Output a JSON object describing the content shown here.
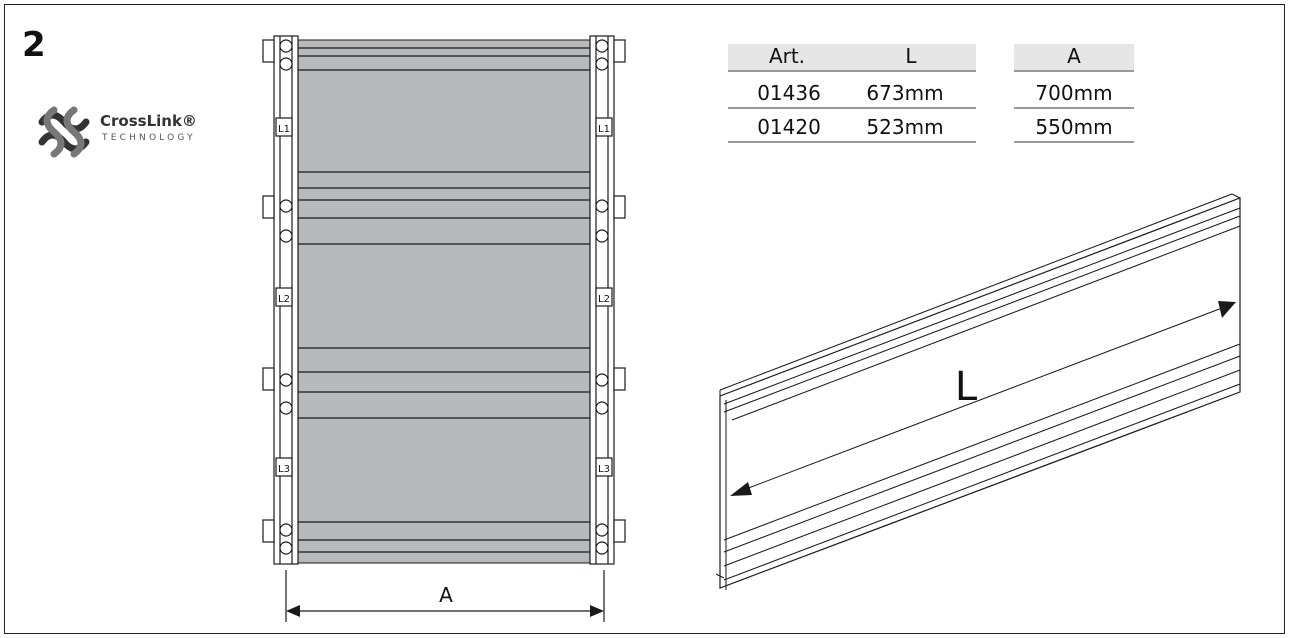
{
  "figure_number": "2",
  "logo": {
    "name": "CrossLink®",
    "subtitle": "TECHNOLOGY"
  },
  "table": {
    "headers": [
      "Art.",
      "L",
      "A"
    ],
    "rows": [
      {
        "art": "01436",
        "l": "673mm",
        "a": "700mm"
      },
      {
        "art": "01420",
        "l": "523mm",
        "a": "550mm"
      }
    ]
  },
  "dimension_labels": {
    "width": "A",
    "length": "L"
  },
  "panel_labels": [
    "L1",
    "L2",
    "L3"
  ],
  "colors": {
    "panel_fill": "#b7b9bc",
    "line": "#1a1a1a",
    "header_bg": "#e6e6e6"
  }
}
